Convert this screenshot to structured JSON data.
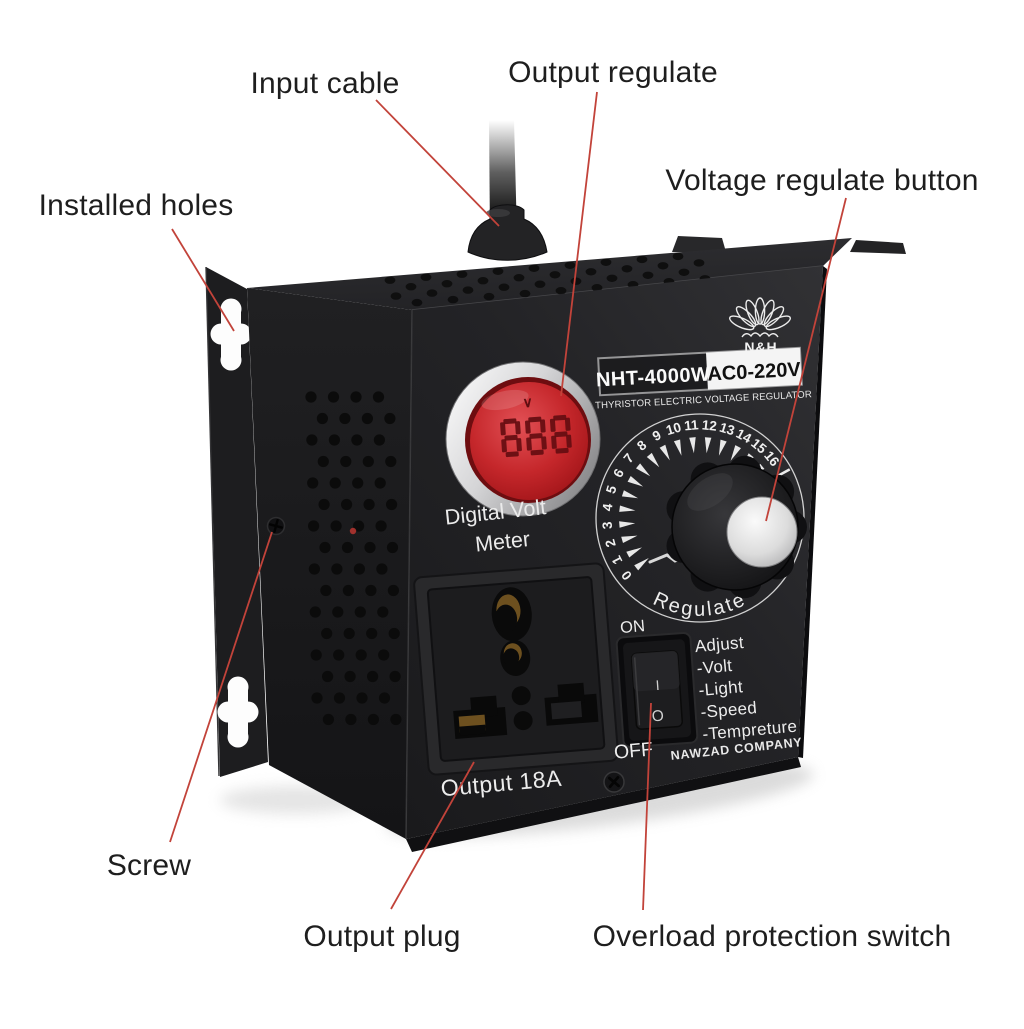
{
  "annotations": {
    "line_color": "#c2433a",
    "items": [
      {
        "id": "input-cable",
        "text": "Input cable",
        "line": [
          376,
          100,
          499,
          226
        ]
      },
      {
        "id": "output-regulate",
        "text": "Output regulate",
        "line": [
          597,
          92,
          561,
          396
        ]
      },
      {
        "id": "voltage-regulate-button",
        "text": "Voltage regulate button",
        "line": [
          846,
          198,
          766,
          521
        ]
      },
      {
        "id": "installed-holes",
        "text": "Installed holes",
        "line": [
          172,
          229,
          234,
          331
        ]
      },
      {
        "id": "screw",
        "text": "Screw",
        "line": [
          170,
          842,
          272,
          532
        ]
      },
      {
        "id": "output-plug",
        "text": "Output plug",
        "line": [
          391,
          909,
          474,
          762
        ]
      },
      {
        "id": "overload-protection-switch",
        "text": "Overload protection switch",
        "line": [
          643,
          910,
          651,
          703
        ]
      }
    ]
  },
  "device": {
    "brand": "N&H",
    "logo_icon": "lotus-icon",
    "model": "NHT-4000W",
    "voltage_range": "AC0-220V",
    "subtitle": "THYRISTOR ELECTRIC VOLTAGE REGULATOR",
    "meter_label_line1": "Digital Volt",
    "meter_label_line2": "Meter",
    "meter_display": "888",
    "meter_unit_mark": "∨",
    "dial": {
      "numbers": [
        "0",
        "1",
        "2",
        "3",
        "4",
        "5",
        "6",
        "7",
        "8",
        "9",
        "10",
        "11",
        "12",
        "13",
        "14",
        "15",
        "16"
      ],
      "label": "Regulate"
    },
    "switch": {
      "on": "ON",
      "off": "OFF",
      "rocker_top": "I",
      "rocker_bottom": "O"
    },
    "adjust_list": [
      "Adjust",
      "-Volt",
      "-Light",
      "-Speed",
      "-Tempreture"
    ],
    "company": "NAWZAD COMPANY",
    "output_label": "Output 18A"
  },
  "colors": {
    "lens_red": "#c5272b",
    "body_black": "#1e1e20",
    "annotation_text": "#1e1e1e"
  }
}
